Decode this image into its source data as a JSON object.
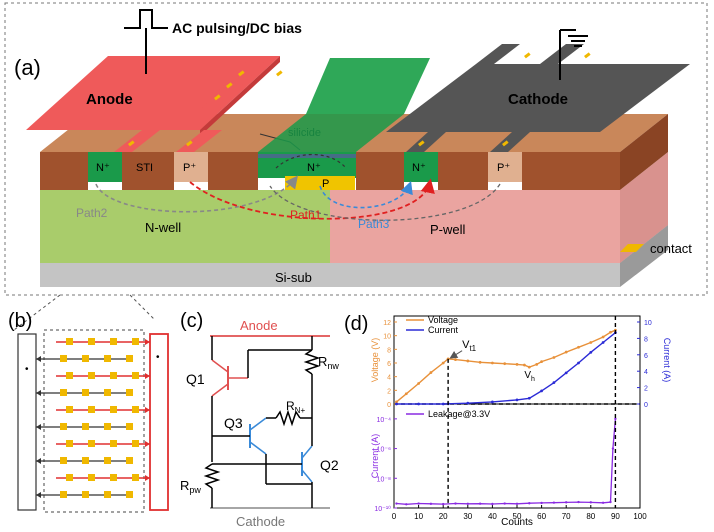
{
  "panel_a": {
    "tag": "(a)",
    "pulse_label": "AC pulsing/DC bias",
    "anode": "Anode",
    "cathode": "Cathode",
    "n_plus": "N⁺",
    "p_plus": "P⁺",
    "sti": "STI",
    "silicide": "silicide",
    "p_region": "P",
    "path1": "Path1",
    "path2": "Path2",
    "path3": "Path3",
    "nwell": "N-well",
    "pwell": "P-well",
    "sisub": "Si-sub",
    "contact": "contact"
  },
  "panel_b": {
    "tag": "(b)"
  },
  "panel_c": {
    "tag": "(c)",
    "anode": "Anode",
    "cathode": "Cathode",
    "q1": "Q1",
    "q2": "Q2",
    "q3": "Q3",
    "rnw": "R",
    "rnw_sub": "nw",
    "rnplus": "R",
    "rnplus_sub": "N+",
    "rpw": "R",
    "rpw_sub": "pw"
  },
  "panel_d": {
    "tag": "(d)",
    "legend_voltage": "Voltage",
    "legend_current": "Current",
    "legend_leakage": "Leakage@3.3V",
    "vt1": "V",
    "vt1_sub": "t1",
    "vh": "V",
    "vh_sub": "h",
    "ylabel_voltage": "Voltage (V)",
    "ylabel_current": "Current (A)",
    "ylabel_leak": "Current (A)",
    "xlabel": "Counts",
    "colors": {
      "voltage": "#e8913a",
      "current": "#2b2bd6",
      "leakage": "#8a2be2"
    }
  },
  "chart_data": {
    "type": "line",
    "xlabel": "Counts",
    "xlim": [
      0,
      100
    ],
    "xticks": [
      "0",
      "10",
      "20",
      "30",
      "40",
      "50",
      "60",
      "70",
      "80",
      "90",
      "100"
    ],
    "top": {
      "ylabel_left": "Voltage (V)",
      "ylabel_right": "Current (A)",
      "ylim_left": [
        0,
        12
      ],
      "ylim_right": [
        0,
        10
      ],
      "yticks_left": [
        "0",
        "2",
        "4",
        "6",
        "8",
        "10",
        "12"
      ],
      "yticks_right": [
        "0",
        "2",
        "4",
        "6",
        "8",
        "10"
      ],
      "series": [
        {
          "name": "Voltage",
          "axis": "left",
          "x": [
            1,
            5,
            10,
            15,
            20,
            22,
            25,
            30,
            35,
            40,
            45,
            50,
            53,
            55,
            58,
            60,
            65,
            70,
            75,
            80,
            85,
            88,
            90
          ],
          "y": [
            0.3,
            1.5,
            3.0,
            4.6,
            6.0,
            6.6,
            6.5,
            6.3,
            6.1,
            6.0,
            5.9,
            5.8,
            5.7,
            5.4,
            5.8,
            6.2,
            6.8,
            7.6,
            8.3,
            9.0,
            9.8,
            10.5,
            10.8
          ]
        },
        {
          "name": "Current",
          "axis": "right",
          "x": [
            1,
            10,
            20,
            22,
            30,
            40,
            50,
            55,
            60,
            65,
            70,
            75,
            80,
            85,
            90
          ],
          "y": [
            0,
            0,
            0,
            0.02,
            0.1,
            0.25,
            0.5,
            0.7,
            1.6,
            2.6,
            3.8,
            5.0,
            6.3,
            7.5,
            8.7
          ]
        }
      ]
    },
    "bottom": {
      "ylabel": "Current (A)",
      "scale": "log",
      "ylim": [
        "10⁻¹⁰",
        "10⁻³"
      ],
      "yticks": [
        "10⁻¹⁰",
        "10⁻⁸",
        "10⁻⁶",
        "10⁻⁴"
      ],
      "series": [
        {
          "name": "Leakage@3.3V",
          "x": [
            1,
            5,
            10,
            15,
            20,
            25,
            30,
            35,
            40,
            45,
            50,
            55,
            60,
            65,
            70,
            75,
            80,
            85,
            88,
            89,
            90
          ],
          "log10y": [
            -9.7,
            -9.75,
            -9.7,
            -9.72,
            -9.74,
            -9.7,
            -9.72,
            -9.71,
            -9.73,
            -9.7,
            -9.72,
            -9.68,
            -9.66,
            -9.64,
            -9.62,
            -9.6,
            -9.62,
            -9.65,
            -9.6,
            -6.0,
            -4.0
          ]
        }
      ]
    },
    "markers": [
      {
        "label": "Vt1",
        "x": 22
      },
      {
        "label": "Vh",
        "x": 55
      },
      {
        "x": 90
      }
    ]
  }
}
